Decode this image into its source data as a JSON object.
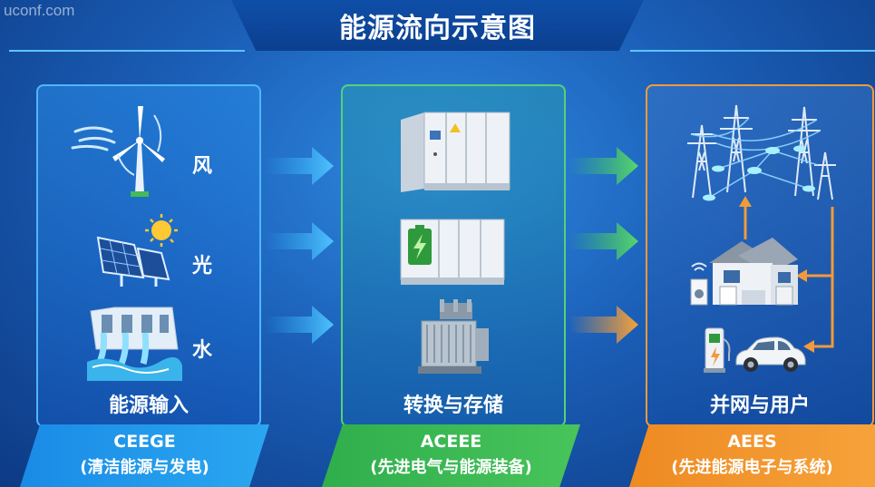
{
  "watermark": "uconf.com",
  "title": "能源流向示意图",
  "panels": [
    {
      "title": "能源输入",
      "labels": [
        "风",
        "光",
        "水"
      ]
    },
    {
      "title": "转换与存储"
    },
    {
      "title": "并网与用户"
    }
  ],
  "footers": [
    {
      "code": "CEEGE",
      "sub": "(清洁能源与发电)"
    },
    {
      "code": "ACEEE",
      "sub": "(先进电气与能源装备)"
    },
    {
      "code": "AEES",
      "sub": "(先进能源电子与系统)"
    }
  ],
  "colors": {
    "blue": "#2aa7f0",
    "green": "#3cc45a",
    "orange": "#f29a3a"
  },
  "icons": [
    "wind-turbine-icon",
    "solar-panel-icon",
    "hydro-dam-icon",
    "switchgear-cabinet-icon",
    "battery-storage-icon",
    "transformer-icon",
    "power-grid-icon",
    "house-icon",
    "ev-charger-icon",
    "electric-car-icon"
  ]
}
